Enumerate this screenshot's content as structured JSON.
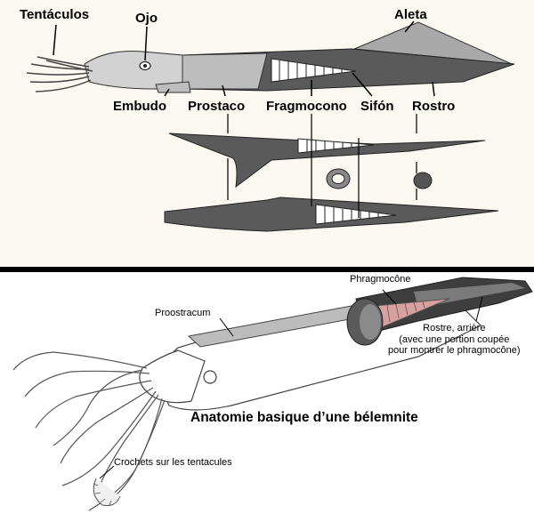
{
  "top_diagram": {
    "labels": {
      "tentaculos": "Tentáculos",
      "ojo": "Ojo",
      "aleta": "Aleta",
      "embudo": "Embudo",
      "prostaco": "Prostaco",
      "fragmocono": "Fragmocono",
      "sifon": "Sifón",
      "rostro": "Rostro"
    }
  },
  "bottom_diagram": {
    "title": "Anatomie basique d’une bélemnite",
    "labels": {
      "phragmocone": "Phragmocône",
      "proostracum": "Proostracum",
      "rostre_line1": "Rostre, arrière",
      "rostre_line2": "(avec une portion coupée",
      "rostre_line3": "pour montrer le phragmocône)",
      "crochets": "Crochets sur les tentacules"
    }
  },
  "colors": {
    "top_background": "#fbf8f2",
    "divider": "#000000",
    "rostrum_dark": "#555555",
    "body_light": "#b8b8b8",
    "phragmocone_pink": "#d9a0a0"
  }
}
